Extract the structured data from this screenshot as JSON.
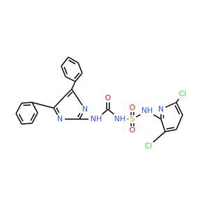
{
  "colors": {
    "bond": "#000000",
    "N": "#3050f8",
    "O": "#ff0d0d",
    "S": "#c8a000",
    "Cl": "#1ff01f"
  },
  "atoms": {
    "pyrimidine_n_upper": {
      "text": "N",
      "element": "N"
    },
    "pyrimidine_n_lower": {
      "text": "N",
      "element": "N"
    },
    "urea_nh_left": {
      "text": "NH",
      "element": "N"
    },
    "urea_o": {
      "text": "O",
      "element": "O"
    },
    "urea_nh_right": {
      "text": "NH",
      "element": "N"
    },
    "sulfonyl_s": {
      "text": "S",
      "element": "S"
    },
    "sulfonyl_o_top": {
      "text": "O",
      "element": "O"
    },
    "sulfonyl_o_bottom": {
      "text": "O",
      "element": "O"
    },
    "sulfonamide_nh": {
      "text": "NH",
      "element": "N"
    },
    "pyridine_n": {
      "text": "N",
      "element": "N"
    },
    "cl_6": {
      "text": "Cl",
      "element": "Cl"
    },
    "cl_3": {
      "text": "Cl",
      "element": "Cl"
    }
  }
}
